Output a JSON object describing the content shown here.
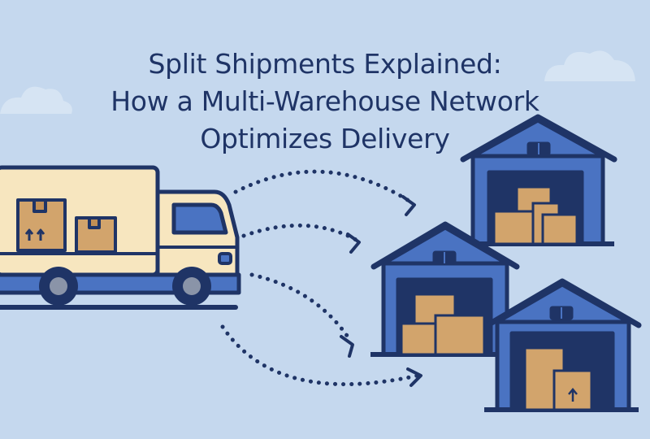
{
  "title": {
    "line1": "Split Shipments Explained:",
    "line2": "How a Multi-Warehouse Network",
    "line3": "Optimizes Delivery"
  },
  "colors": {
    "background": "#c5d8ee",
    "outline": "#1f3466",
    "truck_body": "#f7e6bf",
    "warehouse": "#4a73c2",
    "box": "#d2a46c",
    "cloud": "#d6e4f3"
  },
  "icons": {
    "truck": "delivery-truck-icon",
    "warehouse": "warehouse-icon",
    "package": "package-box-icon",
    "route": "dotted-arrow-icon",
    "cloud": "cloud-icon"
  }
}
